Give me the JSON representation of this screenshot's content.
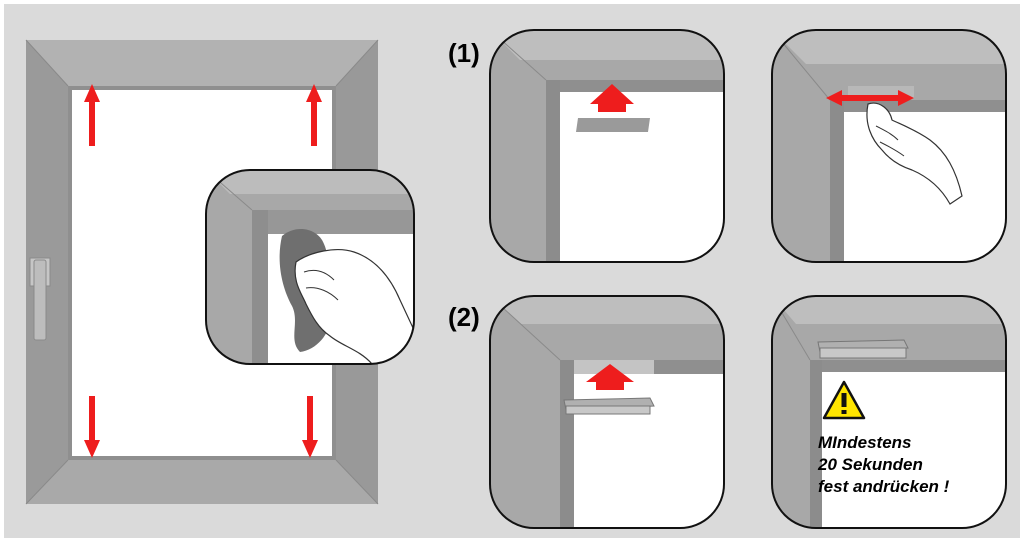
{
  "labels": {
    "step1": "(1)",
    "step2": "(2)"
  },
  "warning": {
    "icon": "warning-triangle-icon",
    "lines": [
      "MIndestens",
      "20 Sekunden",
      "fest andrücken !"
    ]
  },
  "colors": {
    "background": "#dadada",
    "frame": "#a4a4a4",
    "frame_dark": "#8c8c8c",
    "frame_light": "#bdbdbd",
    "glass": "#ffffff",
    "arrow": "#ee1d1d",
    "warning_fill": "#ffe500",
    "strip": "#9a9a9a"
  },
  "icons": {
    "up_arrow": "arrow-up-icon",
    "down_arrow": "arrow-down-icon",
    "double_arrow": "arrow-left-right-icon",
    "hand": "hand-icon",
    "cloth": "cleaning-cloth-icon",
    "handle": "window-handle-icon"
  }
}
